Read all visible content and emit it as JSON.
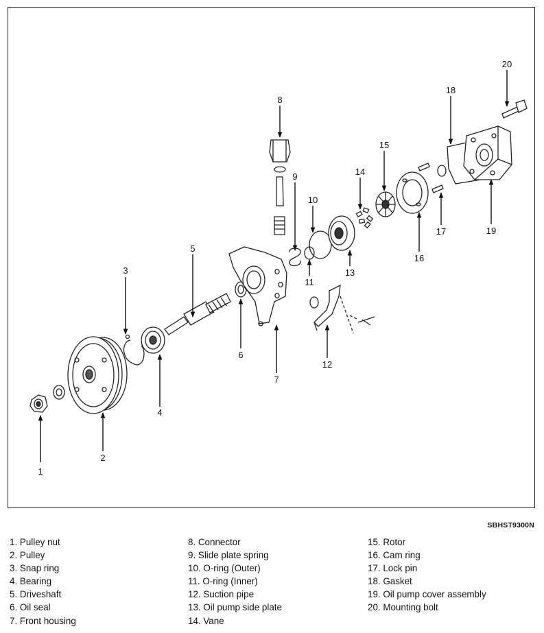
{
  "figure": {
    "code": "SBHST9300N",
    "callouts": [
      "1",
      "2",
      "3",
      "4",
      "5",
      "6",
      "7",
      "8",
      "9",
      "10",
      "11",
      "12",
      "13",
      "14",
      "15",
      "16",
      "17",
      "18",
      "19",
      "20"
    ]
  },
  "legend": {
    "column_1": [
      "1. Pulley nut",
      "2. Pulley",
      "3. Snap ring",
      "4. Bearing",
      "5. Driveshaft",
      "6. Oil seal",
      "7. Front housing"
    ],
    "column_2": [
      "8. Connector",
      "9. Slide plate spring",
      "10. O-ring (Outer)",
      "11. O-ring (Inner)",
      "12. Suction pipe",
      "13. Oil pump side plate",
      "14. Vane"
    ],
    "column_3": [
      "15. Rotor",
      "16. Cam ring",
      "17. Lock pin",
      "18. Gasket",
      "19. Oil pump cover assembly",
      "20. Mounting bolt"
    ]
  }
}
